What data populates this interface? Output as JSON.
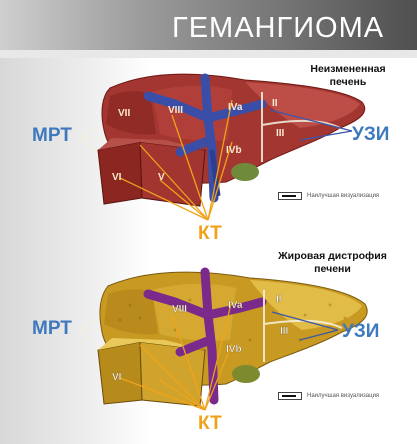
{
  "title": "ГЕМАНГИОМА",
  "panels": [
    {
      "heading_line1": "Неизмененная",
      "heading_line2": "печень",
      "left_label": "МРТ",
      "right_label": "УЗИ",
      "bottom_label": "КТ",
      "legend_text": "Наилучшая визуализация",
      "segments": [
        "VII",
        "VIII",
        "IVa",
        "II",
        "III",
        "IVb",
        "VI",
        "V"
      ],
      "colors": {
        "liver": "#9e2e2b",
        "liver_light": "#c4514a",
        "vessel": "#3a4ea8"
      }
    },
    {
      "heading_line1": "Жировая дистрофия",
      "heading_line2": "печени",
      "left_label": "МРТ",
      "right_label": "УЗИ",
      "bottom_label": "КТ",
      "legend_text": "Наилучшая визуализация",
      "segments": [
        "VIII",
        "IVa",
        "II",
        "III",
        "IVb",
        "VI"
      ],
      "colors": {
        "liver": "#c99a1e",
        "liver_light": "#e2bc44",
        "vessel": "#7a2a8a"
      }
    }
  ],
  "accent_colors": {
    "mri_us": "#3f79bd",
    "ct": "#f0a318",
    "banner": "#4a4a4a"
  }
}
